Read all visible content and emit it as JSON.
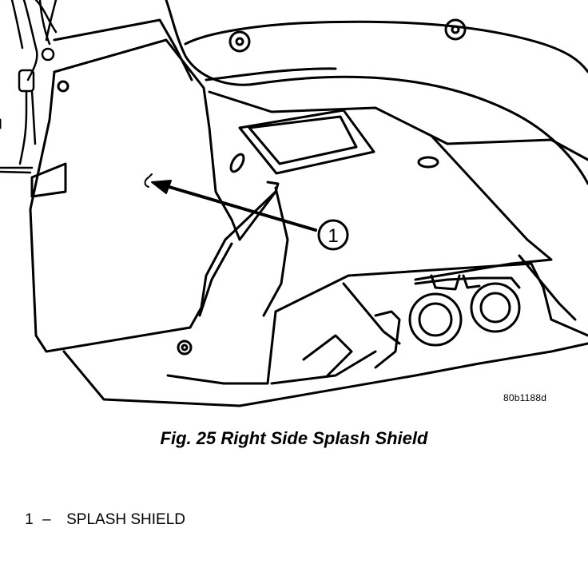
{
  "figure": {
    "code": "80b1188d",
    "caption": "Fig. 25 Right Side Splash Shield",
    "callout_number": "1"
  },
  "legend": {
    "items": [
      {
        "number": "1",
        "separator": "–",
        "label": "SPLASH SHIELD"
      }
    ]
  },
  "colors": {
    "ink": "#000000",
    "paper": "#ffffff"
  }
}
